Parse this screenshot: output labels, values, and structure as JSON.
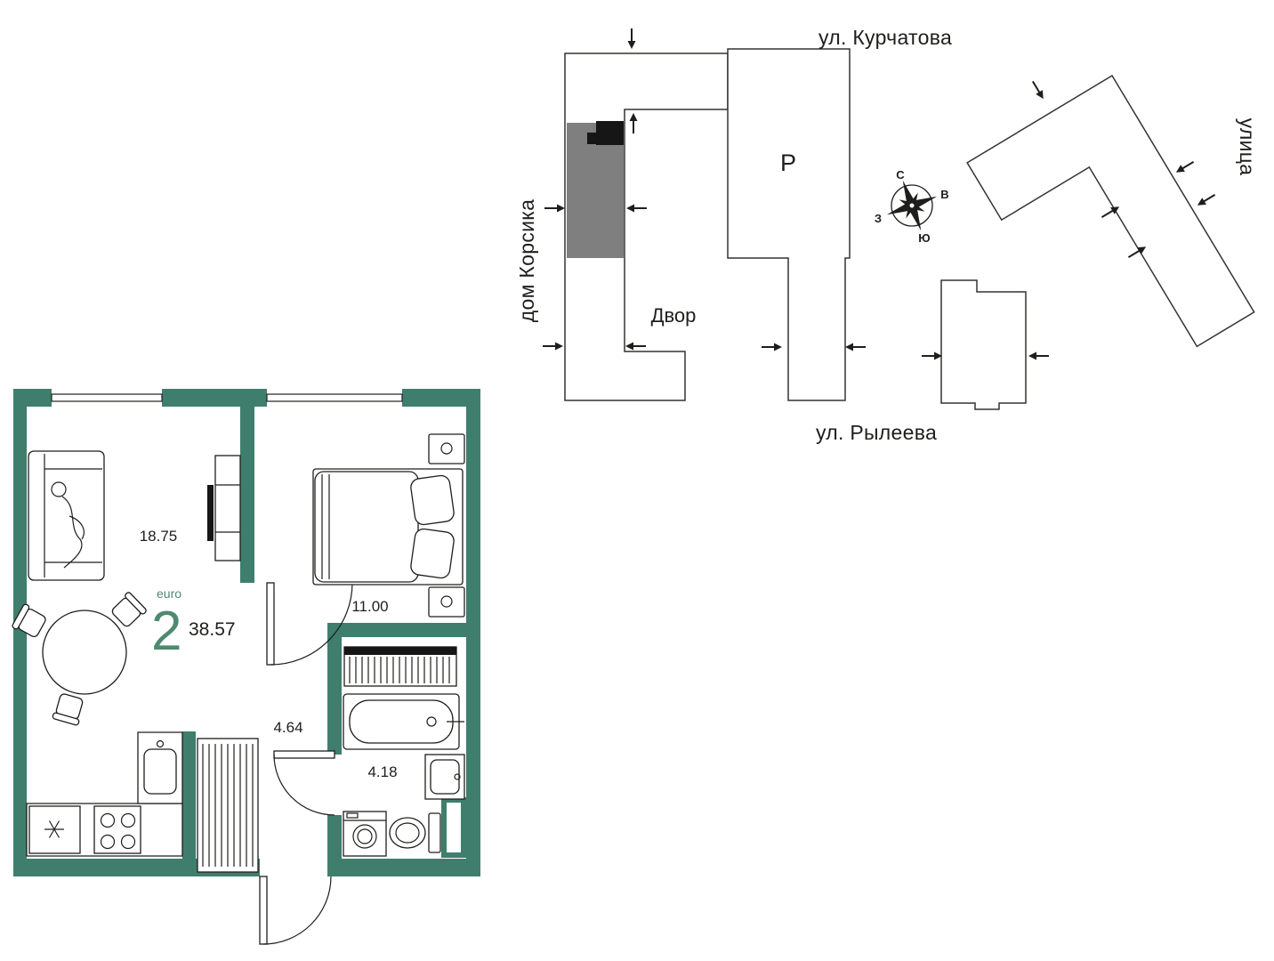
{
  "site_plan": {
    "street_top": "ул. Курчатова",
    "street_bottom": "ул. Рылеева",
    "street_right": "улица",
    "home_label": "дом Корсика",
    "courtyard_label": "Двор",
    "parking_label": "Р",
    "compass": {
      "north": "С",
      "east": "В",
      "south": "Ю",
      "west": "З"
    }
  },
  "floor_plan": {
    "unit_type_label": "euro",
    "unit_rooms": "2",
    "total_area": "38.57",
    "areas": {
      "living_kitchen": "18.75",
      "bedroom": "11.00",
      "hallway": "4.64",
      "bathroom": "4.18"
    }
  },
  "colors": {
    "wall_teal": "#3f7e6c",
    "accent_green": "#4e8a6e",
    "highlight_gray": "#7f7f7f",
    "marker_black": "#161616",
    "ink": "#1e1e1c"
  }
}
